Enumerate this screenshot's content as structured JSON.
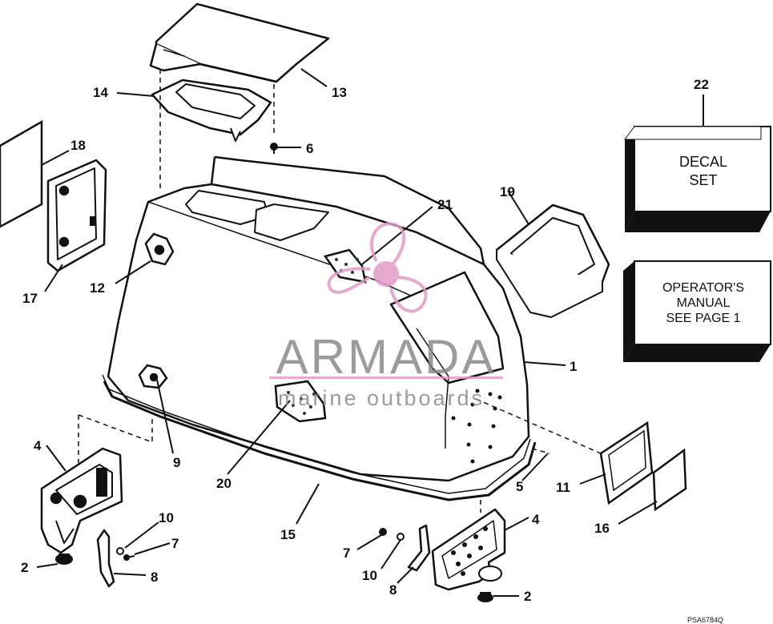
{
  "callouts": {
    "c1": "1",
    "c2a": "2",
    "c2b": "2",
    "c4a": "4",
    "c4b": "4",
    "c5": "5",
    "c6": "6",
    "c7a": "7",
    "c7b": "7",
    "c8a": "8",
    "c8b": "8",
    "c9": "9",
    "c10a": "10",
    "c10b": "10",
    "c11": "11",
    "c12": "12",
    "c13": "13",
    "c14": "14",
    "c15": "15",
    "c16": "16",
    "c17": "17",
    "c18": "18",
    "c19": "19",
    "c20": "20",
    "c21": "21",
    "c22": "22"
  },
  "decal_box": {
    "line1": "DECAL",
    "line2": "SET"
  },
  "manual_box": {
    "line1": "OPERATOR'S",
    "line2": "MANUAL",
    "line3": "SEE PAGE 1"
  },
  "watermark": {
    "brand": "ARMADA",
    "tagline": "marine outboards",
    "accent_color": "#e39cc6"
  },
  "drawing_code": "PSA6784Q"
}
